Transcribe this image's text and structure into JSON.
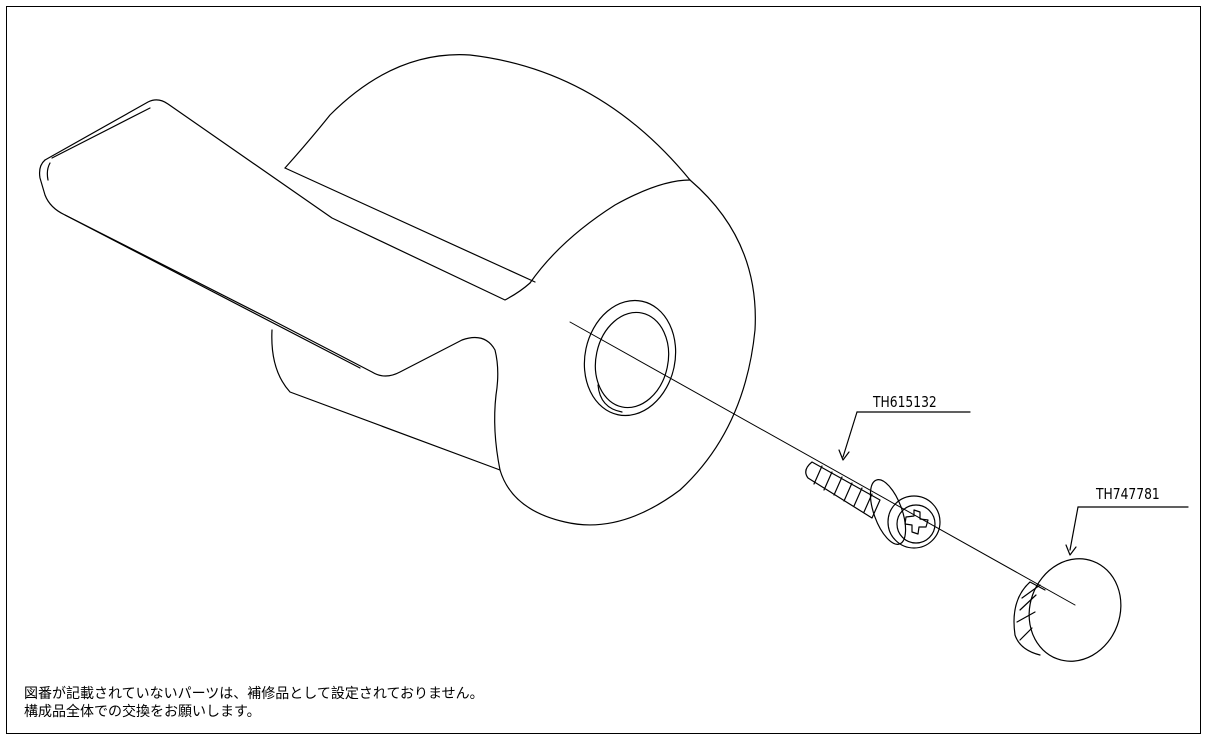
{
  "parts": [
    {
      "id": "screw",
      "part_number": "TH615132"
    },
    {
      "id": "cap",
      "part_number": "TH747781"
    }
  ],
  "notes": [
    "図番が記載されていないパーツは、補修品として設定されておりません。",
    "構成品全体での交換をお願いします。"
  ]
}
